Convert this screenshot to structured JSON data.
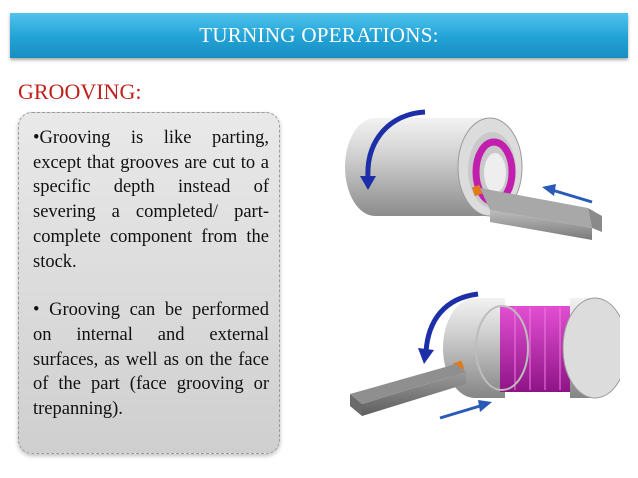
{
  "header": {
    "title": "TURNING OPERATIONS:"
  },
  "section": {
    "heading": "GROOVING:"
  },
  "body": {
    "paragraphs": [
      "•Grooving is like parting, except that grooves are cut to a specific depth instead of severing a completed/ part-complete component from the stock.",
      "• Grooving can be performed on internal and external surfaces, as well as on the face of the part (face grooving or trepanning)."
    ]
  },
  "colors": {
    "title_bar": "#22a2d6",
    "heading": "#c0201c",
    "rotation_arrow": "#1c2fa8",
    "feed_arrow": "#2b59b8",
    "groove": "#c21fae",
    "insert": "#e07a1c"
  },
  "illustrations": [
    {
      "name": "internal-grooving",
      "rotation": "counter-clockwise",
      "feed": "left"
    },
    {
      "name": "external-grooving",
      "rotation": "counter-clockwise",
      "feed": "right"
    }
  ]
}
